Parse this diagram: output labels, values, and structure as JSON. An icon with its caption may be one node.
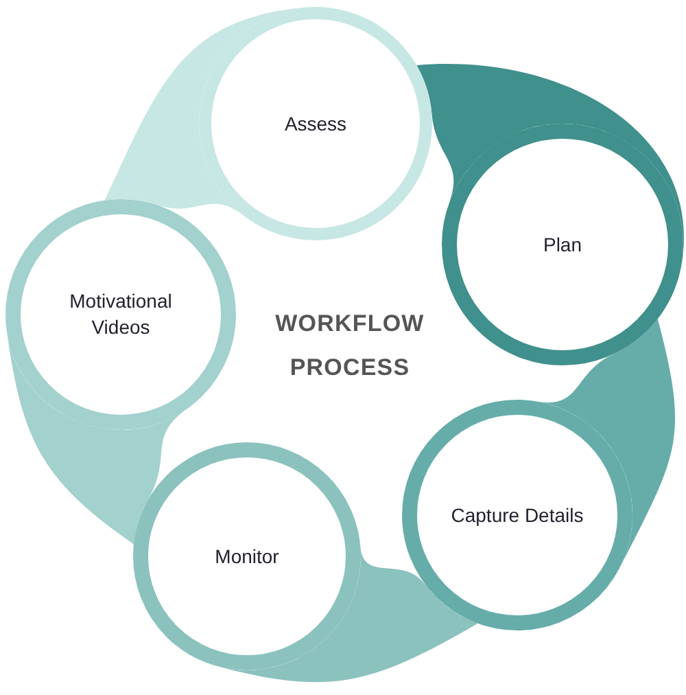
{
  "diagram": {
    "title": "WORKFLOW PROCESS",
    "nodes": [
      {
        "text": [
          "Assess"
        ]
      },
      {
        "text": [
          "Plan"
        ]
      },
      {
        "text": [
          "Capture Details"
        ]
      },
      {
        "text": [
          "Monitor"
        ]
      },
      {
        "text": [
          "Motivational Videos"
        ]
      }
    ],
    "edges": [
      {
        "from": 0,
        "to": 1,
        "arrow": "none",
        "color": "#40908d"
      },
      {
        "from": 1,
        "to": 2,
        "arrow": "none",
        "color": "#66adaa"
      },
      {
        "from": 2,
        "to": 3,
        "arrow": "none",
        "color": "#8bc2be"
      },
      {
        "from": 3,
        "to": 4,
        "arrow": "none",
        "color": "#a3d1cd"
      },
      {
        "from": 4,
        "to": 0,
        "arrow": "none",
        "color": "#c7e7e4"
      }
    ]
  }
}
